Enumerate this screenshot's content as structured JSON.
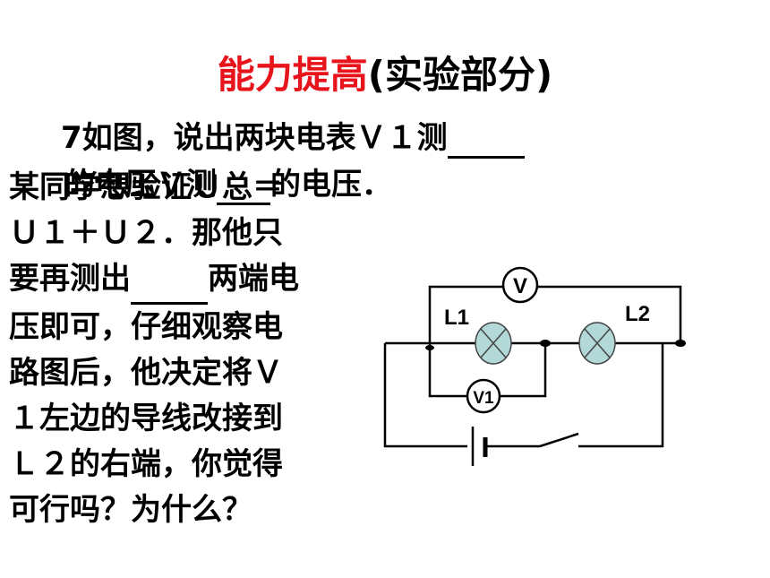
{
  "title": {
    "red": "能力提高",
    "black": "(实验部分)"
  },
  "question7": {
    "line1": "7如图，说出两块电表Ｖ１测",
    "blank1": "____",
    "line2a": "的电压Ｖ测",
    "line2b": "的电压．"
  },
  "paragraph": {
    "lines": [
      "某同学想验证Ｕ总＝",
      "Ｕ１＋Ｕ２．那他只",
      "要再测出",
      "压即可，仔细观察电",
      "路图后，他决定将Ｖ",
      "１左边的导线改接到",
      "Ｌ２的右端，你觉得",
      "可行吗？为什么？"
    ],
    "line3_tail": "两端电"
  },
  "circuit": {
    "voltmeter_top": "V",
    "voltmeter_v1": "V1",
    "lamp1_label": "L1",
    "lamp2_label": "L2"
  }
}
